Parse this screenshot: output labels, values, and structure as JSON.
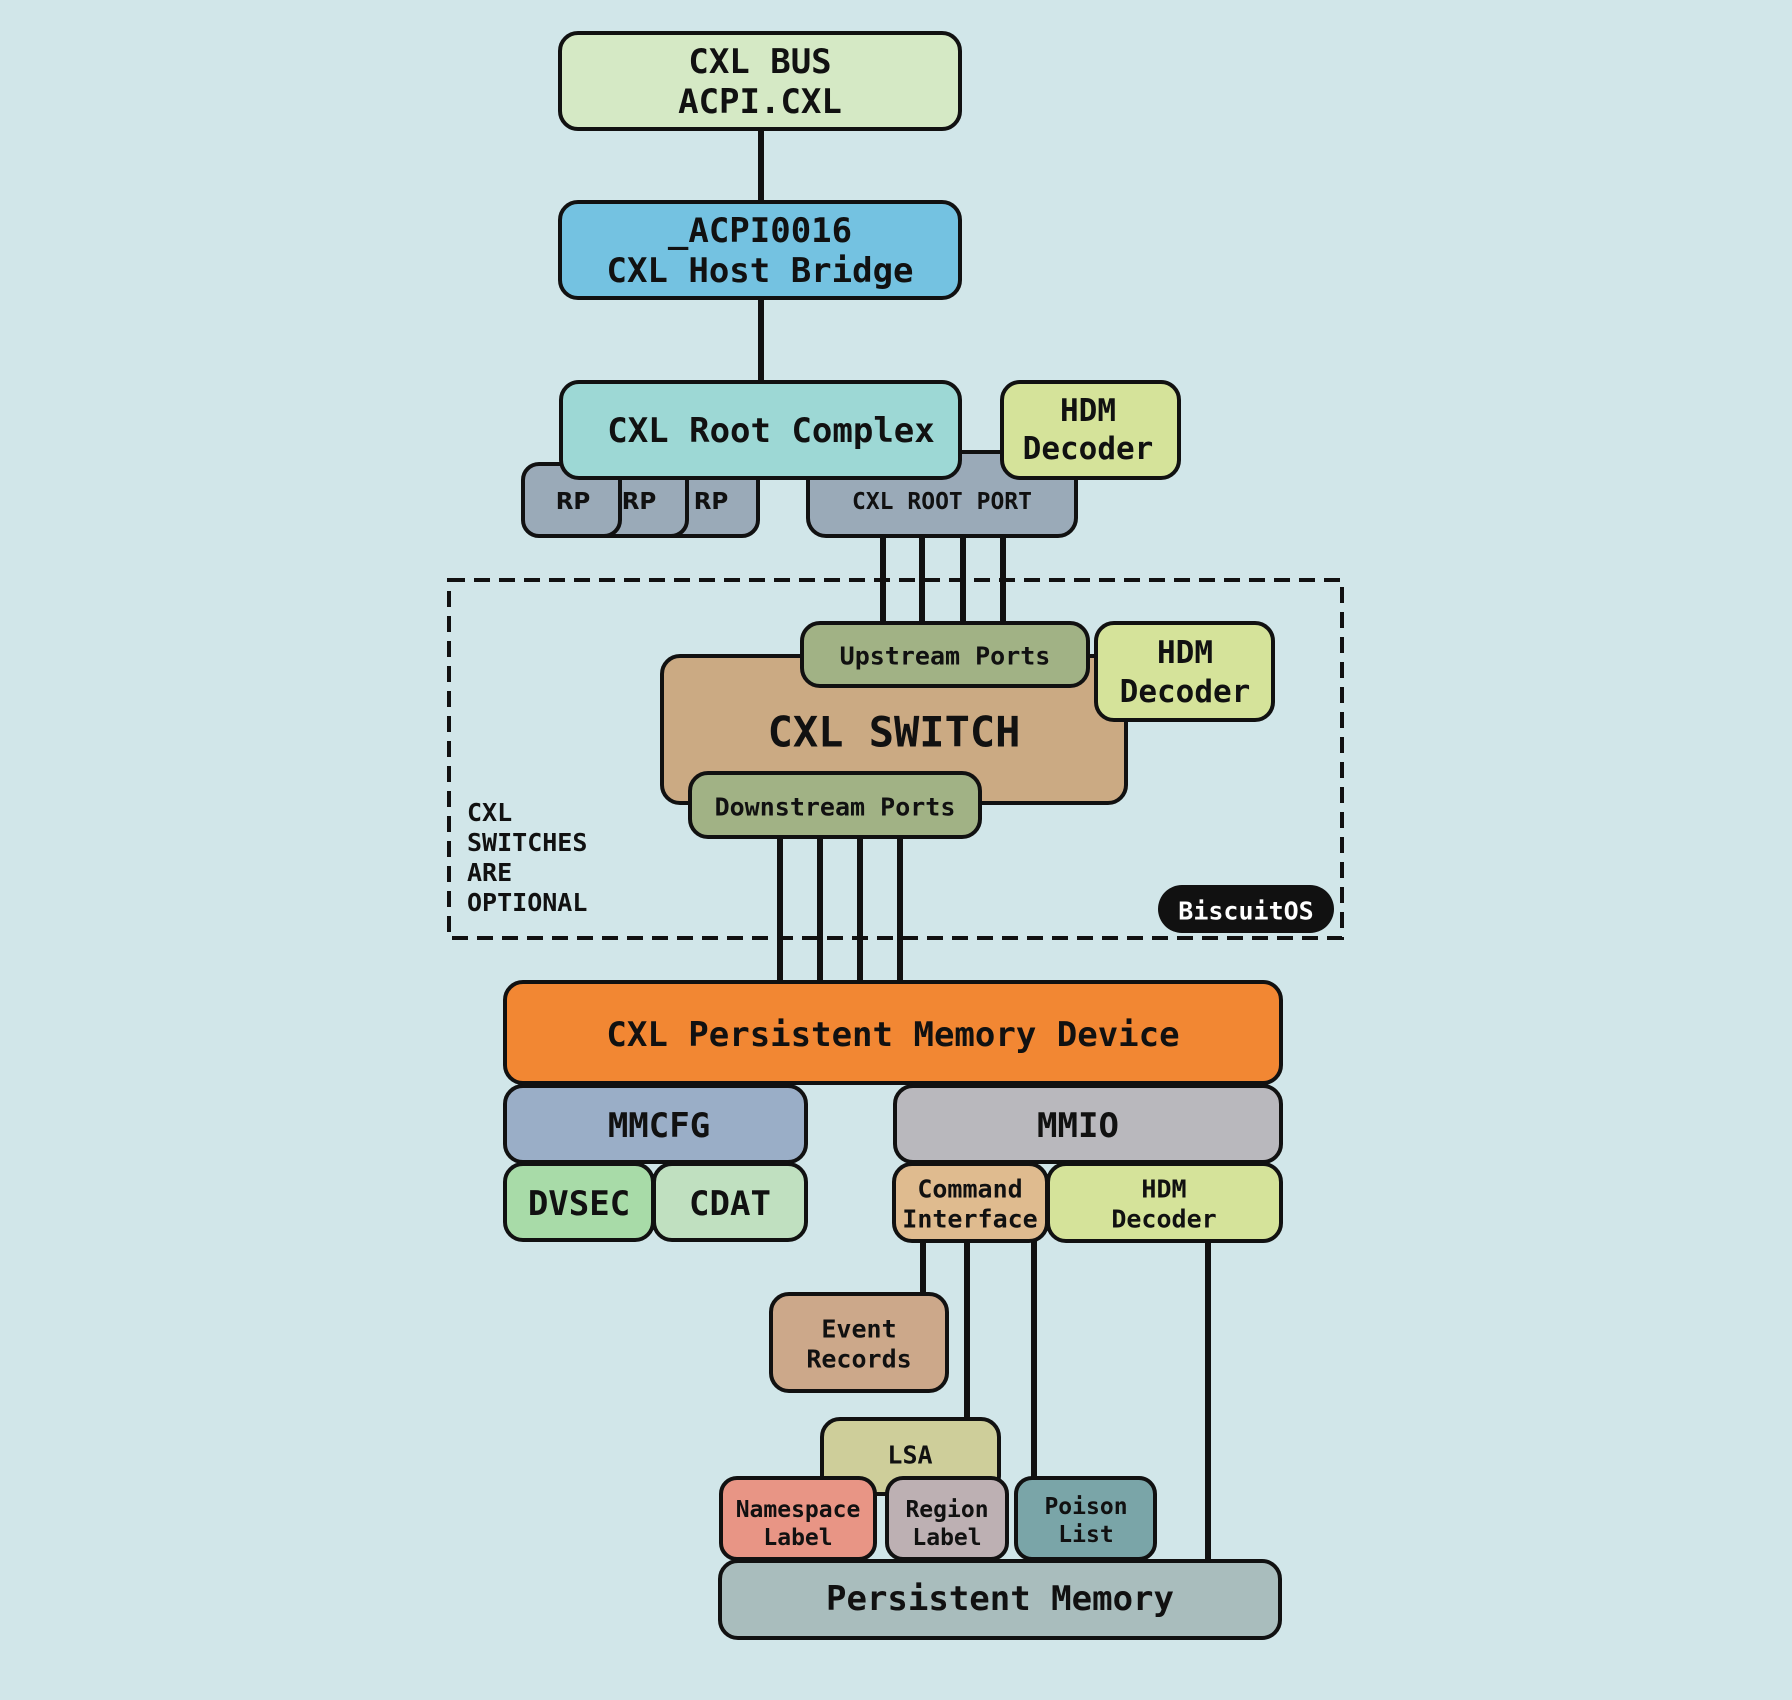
{
  "diagram": {
    "title": "CXL Persistent Memory Device Topology",
    "colors": {
      "background": "#d1e6e9",
      "cxl_bus": "#d5e9c5",
      "host_bridge": "#74c2e1",
      "root_complex": "#9dd8d5",
      "hdm_decoder": "#d5e39a",
      "root_port": "#9aaab8",
      "upstream_ports": "#a1b285",
      "cxl_switch": "#cbaa83",
      "device": "#f28733",
      "mmcfg": "#9aaec7",
      "mmio": "#b9b8bd",
      "dvsec": "#a8dba8",
      "cdat": "#c0e0c0",
      "command_interface": "#dfbb8f",
      "event_records": "#cca88a",
      "lsa": "#cece9a",
      "namespace_label": "#e89585",
      "region_label": "#bdb0b3",
      "poison_list": "#7aa5a8",
      "persistent_memory": "#a9bdbd",
      "badge": "#111111"
    },
    "nodes": {
      "cxl_bus": {
        "line1": "CXL BUS",
        "line2": "ACPI.CXL"
      },
      "host_bridge": {
        "line1": "_ACPI0016",
        "line2": "CXL Host Bridge"
      },
      "root_complex": {
        "label": "CXL Root Complex"
      },
      "hdm_decoder_root": {
        "line1": "HDM",
        "line2": "Decoder"
      },
      "root_ports": [
        "RP",
        "RP",
        "RP"
      ],
      "cxl_root_port": {
        "label": "CXL ROOT PORT"
      },
      "upstream_ports": {
        "label": "Upstream Ports"
      },
      "hdm_decoder_switch": {
        "line1": "HDM",
        "line2": "Decoder"
      },
      "cxl_switch": {
        "label": "CXL SWITCH"
      },
      "downstream_ports": {
        "label": "Downstream Ports"
      },
      "switch_note": [
        "CXL",
        "SWITCHES",
        "ARE",
        "OPTIONAL"
      ],
      "badge": {
        "label": "BiscuitOS"
      },
      "device": {
        "label": "CXL Persistent Memory Device"
      },
      "mmcfg": {
        "label": "MMCFG"
      },
      "mmio": {
        "label": "MMIO"
      },
      "dvsec": {
        "label": "DVSEC"
      },
      "cdat": {
        "label": "CDAT"
      },
      "command_interface": {
        "line1": "Command",
        "line2": "Interface"
      },
      "hdm_decoder_device": {
        "line1": "HDM",
        "line2": "Decoder"
      },
      "event_records": {
        "line1": "Event",
        "line2": "Records"
      },
      "lsa": {
        "label": "LSA"
      },
      "namespace_label": {
        "line1": "Namespace",
        "line2": "Label"
      },
      "region_label": {
        "line1": "Region",
        "line2": "Label"
      },
      "poison_list": {
        "line1": "Poison",
        "line2": "List"
      },
      "persistent_memory": {
        "label": "Persistent Memory"
      }
    }
  }
}
